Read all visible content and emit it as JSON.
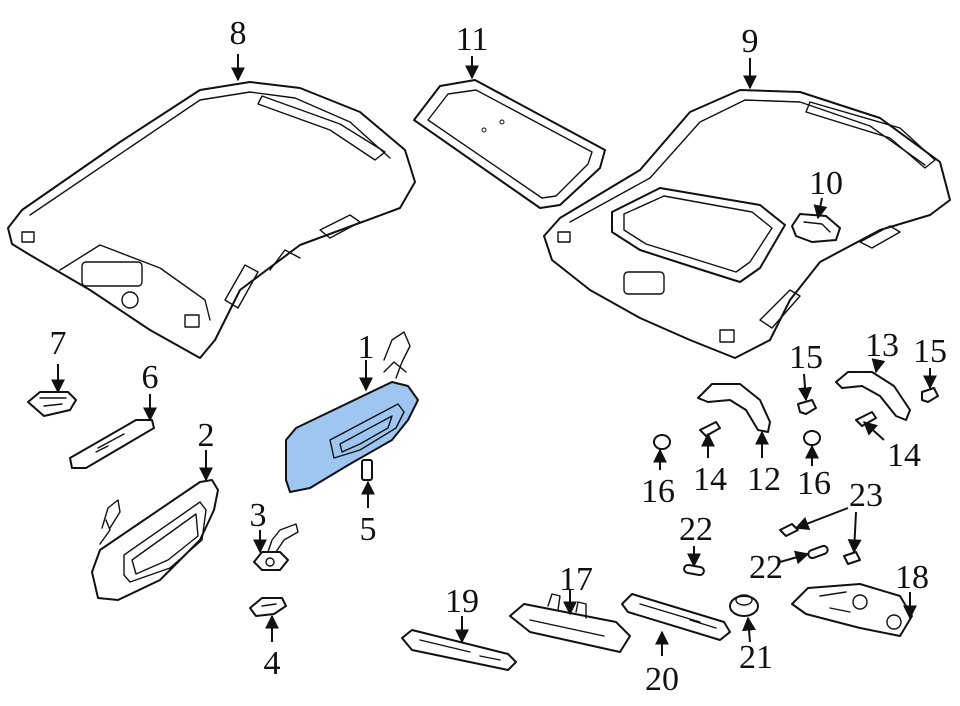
{
  "colors": {
    "highlight": "#9ec6f0",
    "line": "#111111",
    "background": "#ffffff"
  },
  "callouts": {
    "c1": "1",
    "c2": "2",
    "c3": "3",
    "c4": "4",
    "c5": "5",
    "c6": "6",
    "c7": "7",
    "c8": "8",
    "c9": "9",
    "c10": "10",
    "c11": "11",
    "c12": "12",
    "c13": "13",
    "c14a": "14",
    "c14b": "14",
    "c15a": "15",
    "c15b": "15",
    "c16a": "16",
    "c16b": "16",
    "c17": "17",
    "c18": "18",
    "c19": "19",
    "c20": "20",
    "c21": "21",
    "c22a": "22",
    "c22b": "22",
    "c23": "23"
  }
}
